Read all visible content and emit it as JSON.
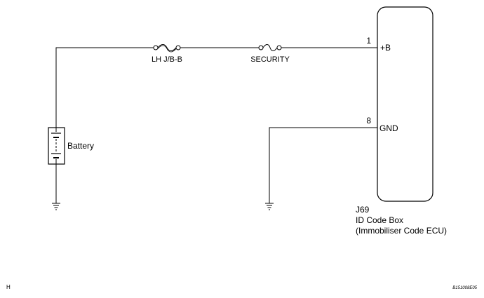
{
  "fuses": {
    "lh_jb": "LH J/B-B",
    "security": "SECURITY"
  },
  "battery": {
    "label": "Battery"
  },
  "ecu": {
    "connector_id": "J69",
    "name": "ID Code Box",
    "subtitle": "(Immobiliser Code ECU)",
    "pins": [
      {
        "number": "1",
        "name": "+B"
      },
      {
        "number": "8",
        "name": "GND"
      }
    ]
  },
  "footer": {
    "left_mark": "H",
    "figure_code": "B151008E05"
  }
}
